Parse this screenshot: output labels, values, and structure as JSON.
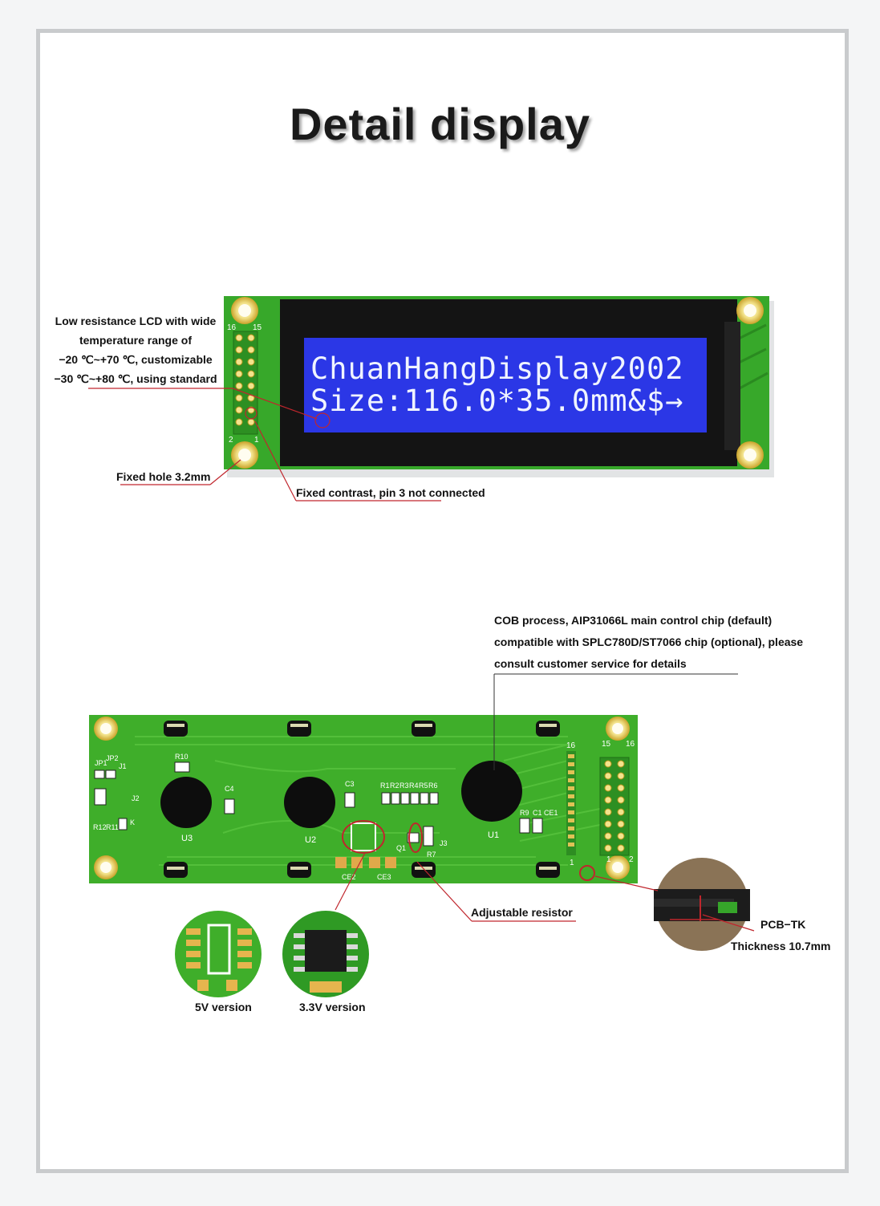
{
  "title": "Detail display",
  "lcd": {
    "line1": "ChuanHangDisplay2002",
    "line2": "Size:116.0*35.0mm&$→",
    "pin_16": "16",
    "pin_15": "15",
    "pin_2": "2",
    "pin_1": "1"
  },
  "top_callouts": {
    "temperature": [
      "Low resistance LCD with wide",
      "temperature range of",
      "−20 ℃~+70 ℃, customizable",
      "−30 ℃~+80 ℃, using standard"
    ],
    "fixed_hole": "Fixed hole 3.2mm",
    "fixed_contrast": "Fixed contrast, pin 3 not connected"
  },
  "bottom_callouts": {
    "cob": [
      "COB process, AIP31066L main control chip (default)",
      "compatible with SPLC780D/ST7066 chip (optional), please",
      "consult customer service for details"
    ],
    "adjustable_resistor": "Adjustable resistor",
    "pcb_tk": "PCB−TK",
    "thickness": "Thickness 10.7mm",
    "v5": "5V version",
    "v33": "3.3V version"
  },
  "pcb_silkscreen": {
    "u3": "U3",
    "u2": "U2",
    "u1": "U1",
    "r10": "R10",
    "jp1": "JP1",
    "jp2": "JP2",
    "j1": "J1",
    "j2": "J2",
    "r11": "R11",
    "r12": "R12",
    "k": "K",
    "c4": "C4",
    "c3": "C3",
    "ce2": "CE2",
    "ce3": "CE3",
    "j3": "J3",
    "q1": "Q1",
    "r7": "R7",
    "r1": "R1",
    "r2": "R2",
    "r3": "R3",
    "r4": "R4",
    "r5": "R5",
    "r6": "R6",
    "r9": "R9",
    "c1": "C1",
    "ce1": "CE1",
    "p16": "16",
    "p15": "15",
    "p16b": "16",
    "p1": "1",
    "p1b": "1",
    "p2": "2"
  },
  "colors": {
    "pcb_green": "#3fae2a",
    "lcd_blue": "#2b37e6",
    "callout_red": "#c0262d"
  }
}
